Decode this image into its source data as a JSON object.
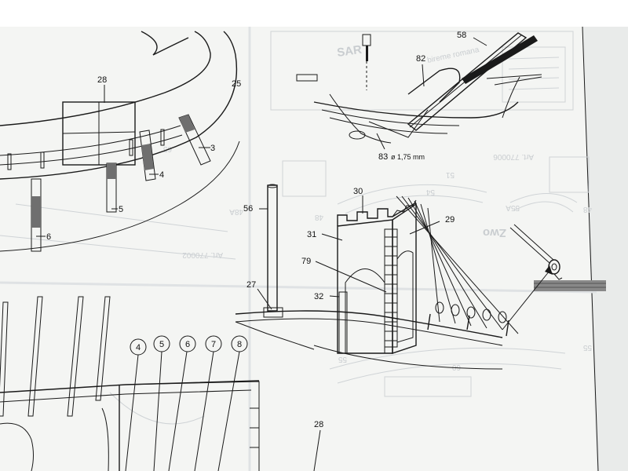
{
  "background_color": "#ffffff",
  "paper_color": "#f4f5f3",
  "ink_color": "#1a1a1a",
  "ghost_color": "#c9cdd0",
  "shade_color": "#6f6f6f",
  "part_numbers": {
    "p28_top": "28",
    "p25": "25",
    "p3": "3",
    "p4": "4",
    "p5": "5",
    "p6": "6",
    "p58": "58",
    "p82": "82",
    "p83": "83",
    "p83_dim": "ø 1,75 mm",
    "p30": "30",
    "p29": "29",
    "p31": "31",
    "p79": "79",
    "p32": "32",
    "p56": "56",
    "p27": "27",
    "p28_bottom": "28"
  },
  "circled_numbers": [
    "4",
    "5",
    "6",
    "7",
    "8"
  ],
  "ghost_text": {
    "title_fragment": "SAR",
    "subtitle_fragment": "bireme romana",
    "art_1": "Art. 770006",
    "art_2": "Art. 770002",
    "n65": "65",
    "n48a": "48A",
    "n48b": "48",
    "n54": "54",
    "n51": "51",
    "n55a": "55A",
    "n48c": "48",
    "n55b": "55",
    "n55c": "55",
    "n60": "60",
    "ornament": "Zwo"
  }
}
